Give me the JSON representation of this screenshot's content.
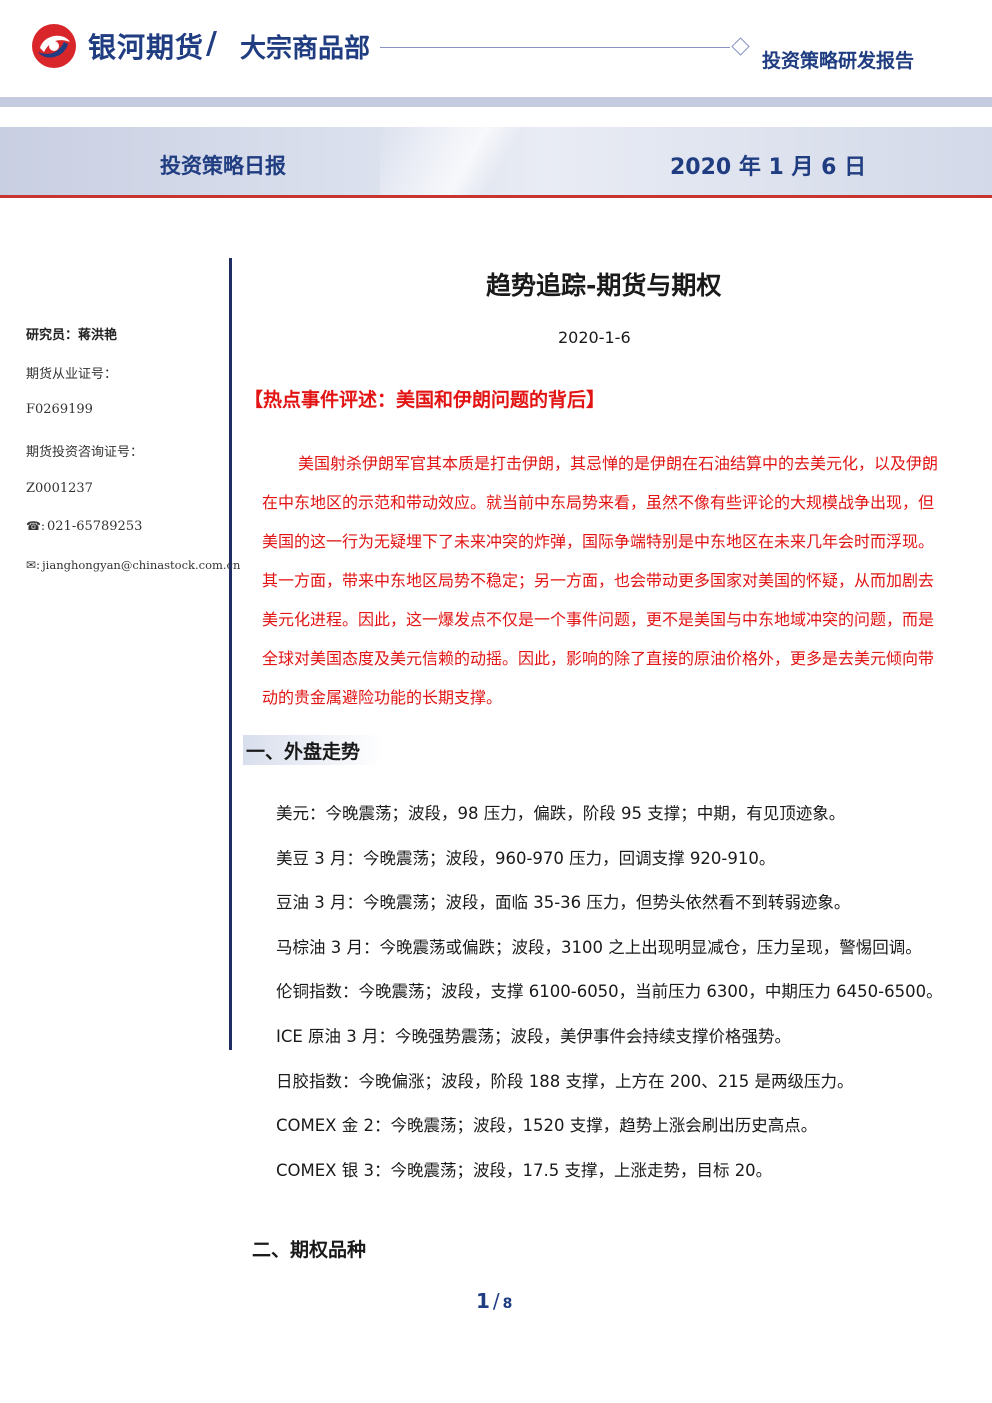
{
  "header": {
    "brand": "银河期货",
    "department": "大宗商品部",
    "report_type": "投资策略研发报告"
  },
  "banner": {
    "title": "投资策略日报",
    "date": "2020 年 1 月 6 日"
  },
  "sidebar": {
    "researcher": "研究员：蒋洪艳",
    "license_label": "期货从业证号：",
    "license_value": "F0269199",
    "consult_label": "期货投资咨询证号：",
    "consult_value": "Z0001237",
    "phone": "021-65789253",
    "email": "jianghongyan@chinastock.com.cn"
  },
  "article": {
    "title": "趋势追踪-期货与期权",
    "date": "2020-1-6",
    "hot_heading": "【热点事件评述：美国和伊朗问题的背后】",
    "hot_paragraph": "美国射杀伊朗军官其本质是打击伊朗，其忌惮的是伊朗在石油结算中的去美元化，以及伊朗在中东地区的示范和带动效应。就当前中东局势来看，虽然不像有些评论的大规模战争出现，但美国的这一行为无疑埋下了未来冲突的炸弹，国际争端特别是中东地区在未来几年会时而浮现。其一方面，带来中东地区局势不稳定；另一方面，也会带动更多国家对美国的怀疑，从而加剧去美元化进程。因此，这一爆发点不仅是一个事件问题，更不是美国与中东地域冲突的问题，而是全球对美国态度及美元信赖的动摇。因此，影响的除了直接的原油价格外，更多是去美元倾向带动的贵金属避险功能的长期支撑。",
    "section1_title": "一、外盘走势",
    "markets": [
      "美元：今晚震荡；波段，98 压力，偏跌，阶段 95 支撑；中期，有见顶迹象。",
      "美豆 3 月：今晚震荡；波段，960-970 压力，回调支撑 920-910。",
      "豆油 3 月：今晚震荡；波段，面临 35-36 压力，但势头依然看不到转弱迹象。",
      "马棕油 3 月：今晚震荡或偏跌；波段，3100 之上出现明显减仓，压力呈现，警惕回调。",
      "伦铜指数：今晚震荡；波段，支撑 6100-6050，当前压力 6300，中期压力 6450-6500。",
      "ICE 原油 3 月：今晚强势震荡；波段，美伊事件会持续支撑价格强势。",
      "日胶指数：今晚偏涨；波段，阶段 188 支撑，上方在 200、215 是两级压力。",
      "COMEX 金 2：今晚震荡；波段，1520 支撑，趋势上涨会刷出历史高点。",
      "COMEX 银 3：今晚震荡；波段，17.5 支撑，上涨走势，目标 20。"
    ],
    "section2_title": "二、期权品种"
  },
  "footer": {
    "page": "1",
    "total": "8"
  },
  "colors": {
    "brand_blue": "#1f3d80",
    "alert_red": "#e21414",
    "accent_red": "#c8342f"
  }
}
